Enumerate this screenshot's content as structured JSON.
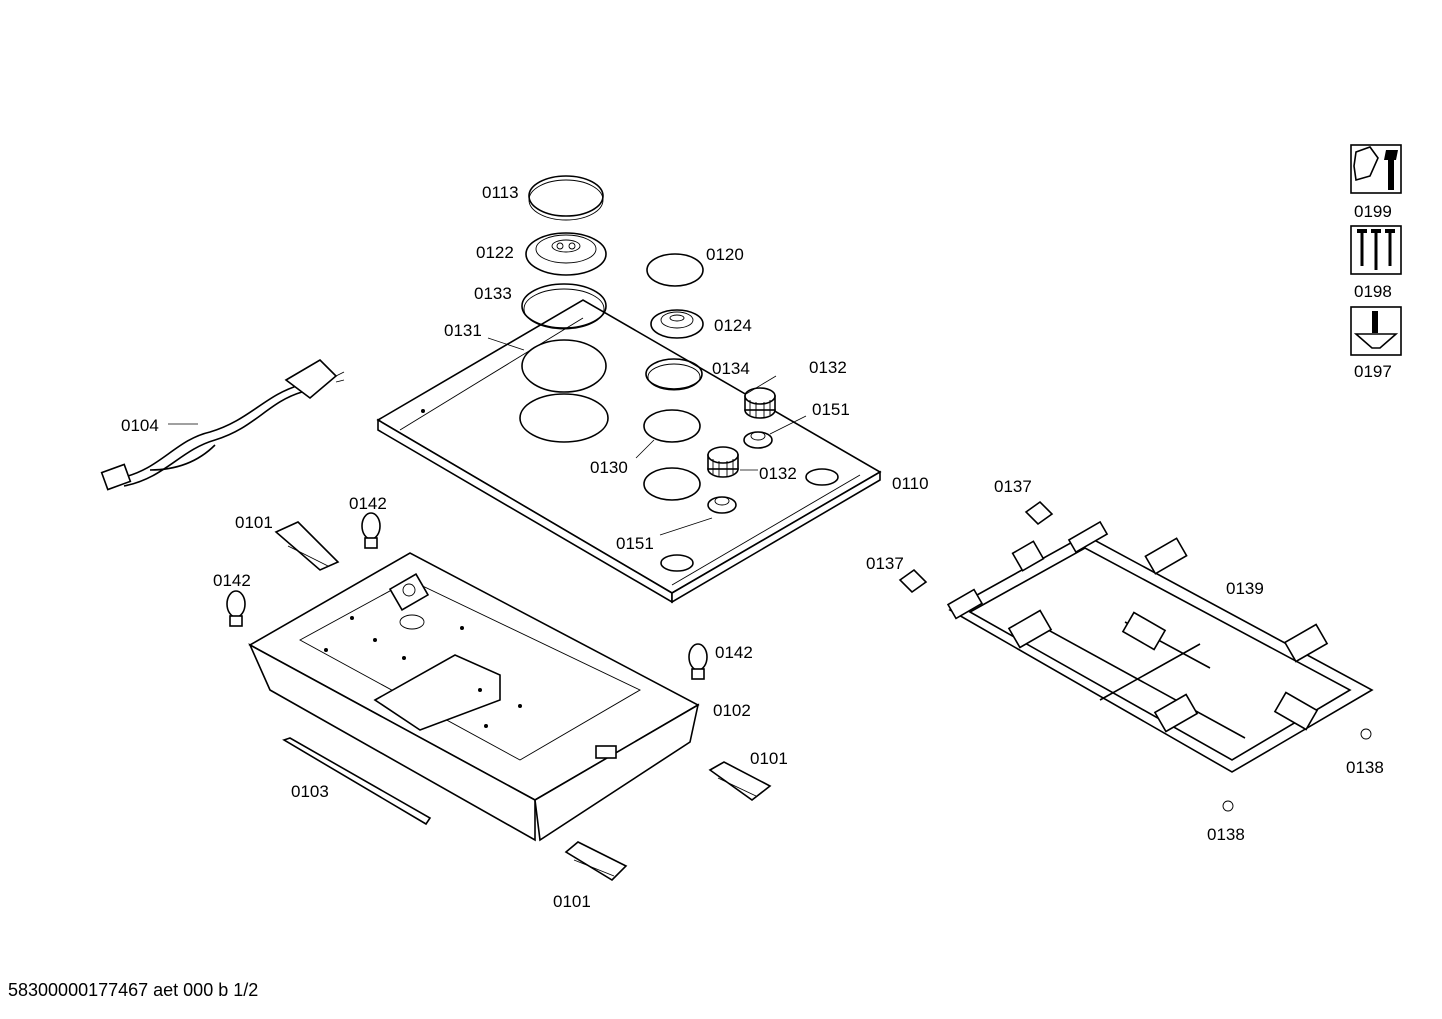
{
  "labels": {
    "l0113": "0113",
    "l0122": "0122",
    "l0120": "0120",
    "l0133": "0133",
    "l0124": "0124",
    "l0131": "0131",
    "l0134": "0134",
    "l0132a": "0132",
    "l0151a": "0151",
    "l0130": "0130",
    "l0132b": "0132",
    "l0110": "0110",
    "l0151b": "0151",
    "l0104": "0104",
    "l0101a": "0101",
    "l0142a": "0142",
    "l0142b": "0142",
    "l0142c": "0142",
    "l0102": "0102",
    "l0101b": "0101",
    "l0103": "0103",
    "l0101c": "0101",
    "l0137a": "0137",
    "l0137b": "0137",
    "l0139": "0139",
    "l0138a": "0138",
    "l0138b": "0138",
    "l0199": "0199",
    "l0198": "0198",
    "l0197": "0197"
  },
  "footer": "58300000177467 aet 000 b 1/2",
  "icons": [
    "nut-wrench-icon",
    "screws-icon",
    "screwdriver-icon"
  ]
}
